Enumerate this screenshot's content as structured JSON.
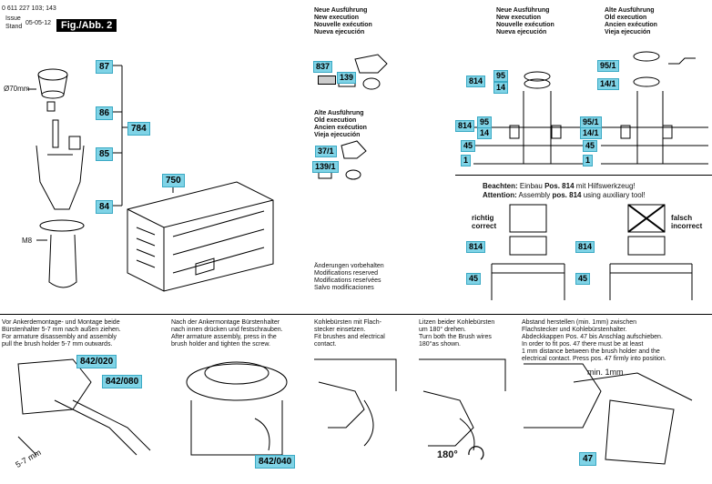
{
  "header": {
    "part_number": "0 611 227 103; 143",
    "issue_label": "Issue",
    "stand_label": "Stand",
    "date": "05-05-12",
    "figure": "Fig./Abb. 2"
  },
  "left_panel": {
    "labels": [
      "87",
      "86",
      "85",
      "84",
      "784",
      "750"
    ],
    "dimension": "Ø70mm",
    "thread": "M8"
  },
  "new_execution": {
    "lines": [
      "Neue Ausführung",
      "New execution",
      "Nouvelle exécution",
      "Nueva ejecución"
    ],
    "labels": [
      "837",
      "139"
    ]
  },
  "old_execution": {
    "lines": [
      "Alte Ausführung",
      "Old execution",
      "Ancien exécution",
      "Vieja ejecución"
    ],
    "labels": [
      "37/1",
      "139/1"
    ]
  },
  "modifications": [
    "Änderungen vorbehalten",
    "Modifications reserved",
    "Modifications reseŕvées",
    "Salvo modificaciones"
  ],
  "new_execution_right": {
    "lines": [
      "Neue Ausführung",
      "New execution",
      "Nouvelle exécution",
      "Nueva ejecución"
    ],
    "labels": [
      "814",
      "95",
      "14",
      "814",
      "95",
      "14",
      "45",
      "1"
    ]
  },
  "old_execution_right": {
    "lines": [
      "Alte Ausführung",
      "Old execution",
      "Ancien exécution",
      "Vieja ejecución"
    ],
    "labels": [
      "95/1",
      "14/1",
      "95/1",
      "14/1",
      "45",
      "1"
    ]
  },
  "note": {
    "beachten_label": "Beachten:",
    "beachten_a": "Einbau ",
    "beachten_b": "Pos. 814",
    "beachten_c": " mit Hilfswerkzeug!",
    "attention_label": "Attention:",
    "attention_a": "Assembly ",
    "attention_b": "pos. 814",
    "attention_c": " using auxiliary tool!"
  },
  "correct": {
    "line1": "richtig",
    "line2": "correct",
    "labels": [
      "814",
      "45"
    ]
  },
  "incorrect": {
    "line1": "falsch",
    "line2": "incorrect",
    "labels": [
      "814",
      "45"
    ]
  },
  "steps": [
    {
      "lines": [
        "Vor Ankerdemontage- und Montage beide",
        "Bürstenhalter 5-7 mm nach außen ziehen.",
        "For armature disassembly and assembly",
        "pull the brush holder 5-7 mm outwards."
      ],
      "labels": [
        "842/020",
        "842/080"
      ],
      "dimension": "5-7 mm"
    },
    {
      "lines": [
        "Nach der Ankermontage Bürstenhalter",
        "nach innen drücken und festschrauben.",
        "After armature assembly, press in the",
        "brush holder and tighten the screw."
      ],
      "labels": [
        "842/040"
      ]
    },
    {
      "lines": [
        "Kohlebürsten mit Flach-",
        "stecker einsetzen.",
        "Fit brushes and electrical",
        "contact."
      ]
    },
    {
      "lines": [
        "Litzen beider Kohlebürsten",
        "um 180° drehen.",
        "Turn both the Brush wires",
        "180°as shown."
      ],
      "rotation": "180°"
    },
    {
      "lines": [
        "Abstand herstellen (min. 1mm) zwischen",
        "Flachstecker und Kohlebürstenhalter.",
        "Abdeckkappen Pos. 47 bis Anschlag aufschieben.",
        "In order to fit pos. 47 there must be at least",
        "1 mm distance between the brush holder and the",
        "electrical contact. Press pos. 47 firmly into position."
      ],
      "min_label": "min. 1mm",
      "labels": [
        "47"
      ]
    }
  ]
}
